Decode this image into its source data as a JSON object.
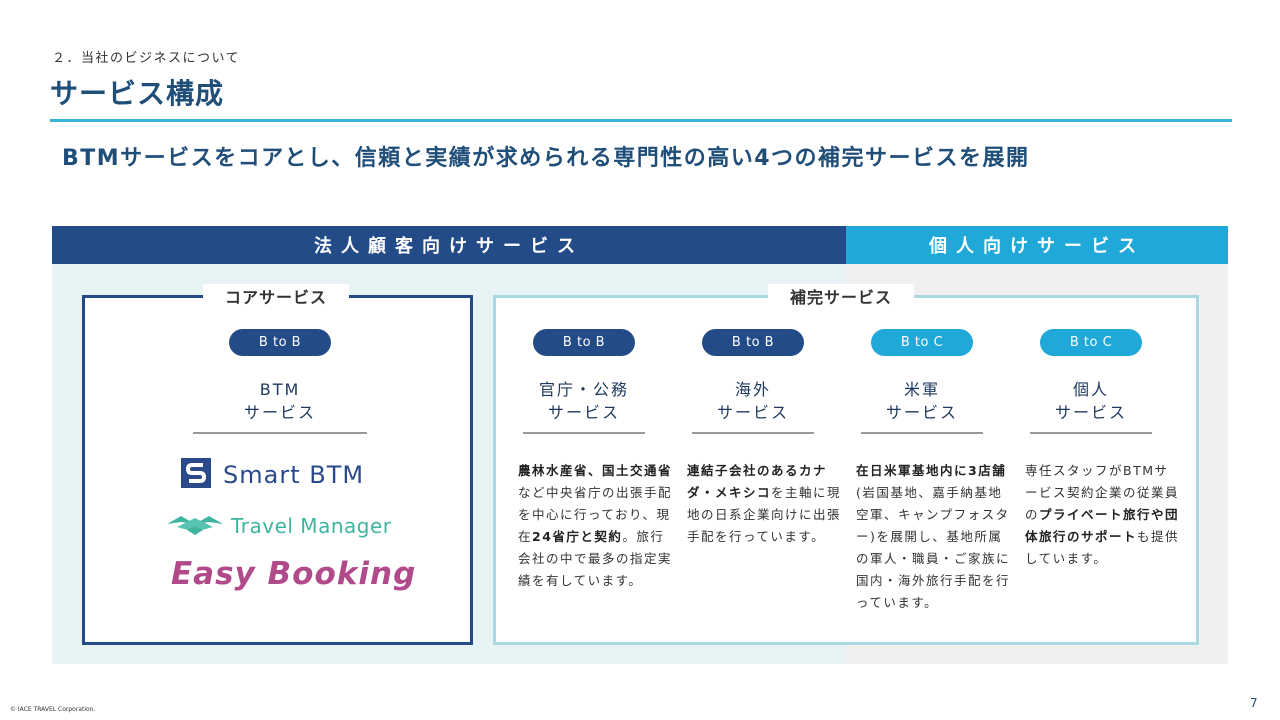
{
  "section_label": "２．当社のビジネスについて",
  "page_title": "サービス構成",
  "lead": "BTMサービスをコアとし、信頼と実績が求められる専門性の高い4つの補完サービスを展開",
  "headers": {
    "corporate": "法人顧客向けサービス",
    "individual": "個人向けサービス"
  },
  "core": {
    "legend": "コアサービス",
    "pill": "B to B",
    "name_line1": "BTM",
    "name_line2": "サービス",
    "logos": {
      "smart_btm": "Smart BTM",
      "travel_manager": "Travel Manager",
      "easy_booking": "Easy Booking"
    }
  },
  "supplementary": {
    "legend": "補完サービス",
    "columns": [
      {
        "pill": "B to B",
        "name_line1": "官庁・公務",
        "name_line2": "サービス",
        "desc": [
          {
            "t": "農林水産省、国土交通省",
            "b": true
          },
          {
            "t": "など中央省庁の出張手配を中心に行っており、現在",
            "b": false
          },
          {
            "t": "24省庁と契約",
            "b": true
          },
          {
            "t": "。旅行会社の中で最多の指定実績を有しています。",
            "b": false
          }
        ]
      },
      {
        "pill": "B to B",
        "name_line1": "海外",
        "name_line2": "サービス",
        "desc": [
          {
            "t": "連結子会社のあるカナダ・メキシコ",
            "b": true
          },
          {
            "t": "を主軸に現地の日系企業向けに出張手配を行っています。",
            "b": false
          }
        ]
      },
      {
        "pill": "B to C",
        "name_line1": "米軍",
        "name_line2": "サービス",
        "desc": [
          {
            "t": "在日米軍基地内に3店舗",
            "b": true
          },
          {
            "t": "(岩国基地、嘉手納基地空軍、キャンプフォスター)を展開し、基地所属の軍人・職員・ご家族に国内・海外旅行手配を行っています。",
            "b": false
          }
        ]
      },
      {
        "pill": "B to C",
        "name_line1": "個人",
        "name_line2": "サービス",
        "desc": [
          {
            "t": "専任スタッフがBTMサービス契約企業の従業員の",
            "b": false
          },
          {
            "t": "プライベート旅行や団体旅行のサポート",
            "b": true
          },
          {
            "t": "も提供しています。",
            "b": false
          }
        ]
      }
    ]
  },
  "footer": {
    "copyright": "© IACE TRAVEL Corporation.",
    "page_number": "7"
  },
  "colors": {
    "navy": "#224b88",
    "cyan": "#20a8d8",
    "title": "#1f4e79"
  }
}
